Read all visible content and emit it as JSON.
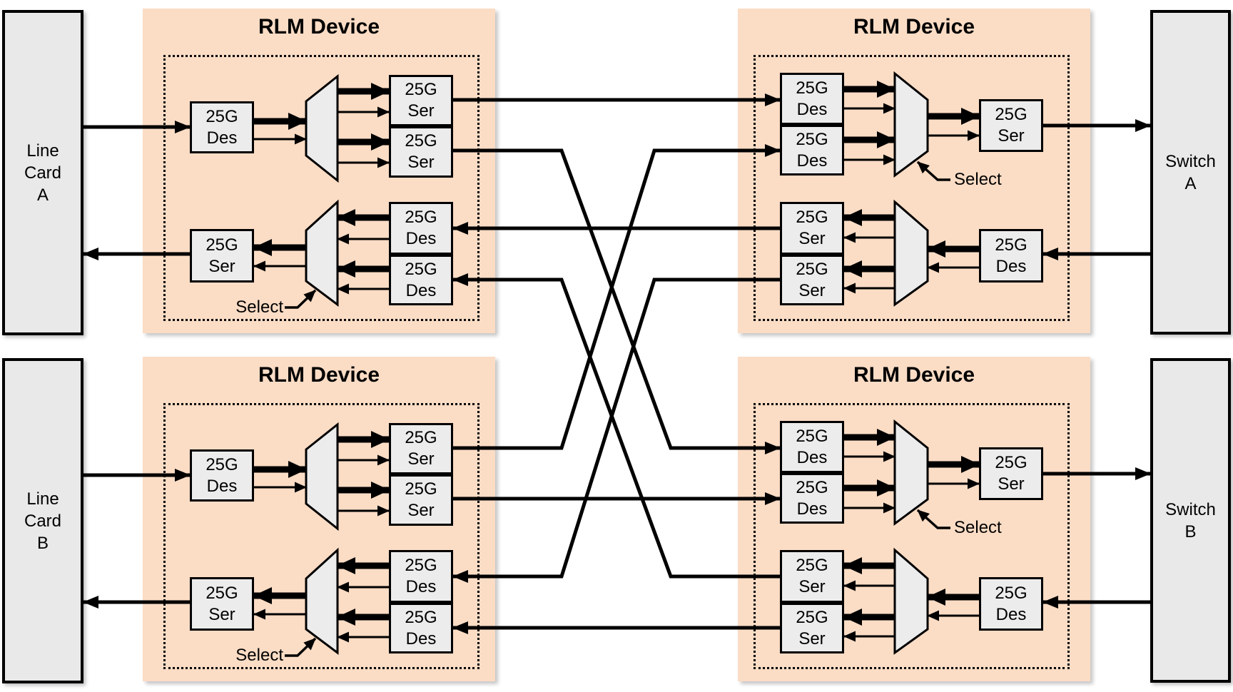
{
  "labels": {
    "rlm_device": "RLM Device",
    "rate": "25G",
    "serializer": "Ser",
    "deserializer": "Des",
    "demux_ratio": "1:2",
    "mux_ratio": "2:1",
    "select": "Select"
  },
  "endpoints": {
    "line_card_a": {
      "lines": [
        "Line",
        "Card",
        "A"
      ]
    },
    "line_card_b": {
      "lines": [
        "Line",
        "Card",
        "B"
      ]
    },
    "switch_a": {
      "lines": [
        "Switch",
        "A"
      ]
    },
    "switch_b": {
      "lines": [
        "Switch",
        "B"
      ]
    }
  },
  "colors": {
    "background": "#ffffff",
    "rlm_panel_fill": "#fbdcc5",
    "chip_fill": "#ececec",
    "card_fill": "#e9e9e9",
    "line": "#000000",
    "text": "#000000"
  },
  "connections": [
    {
      "from": "line-card-a",
      "to": "rlm-top-left.des",
      "direction": "right"
    },
    {
      "from": "rlm-top-left.ser",
      "to": "line-card-a",
      "direction": "left"
    },
    {
      "from": "line-card-b",
      "to": "rlm-bottom-left.des",
      "direction": "right"
    },
    {
      "from": "rlm-bottom-left.ser",
      "to": "line-card-b",
      "direction": "left"
    },
    {
      "from": "rlm-top-right.ser",
      "to": "switch-a",
      "direction": "right"
    },
    {
      "from": "switch-a",
      "to": "rlm-top-right.des",
      "direction": "left"
    },
    {
      "from": "rlm-bottom-right.ser",
      "to": "switch-b",
      "direction": "right"
    },
    {
      "from": "switch-b",
      "to": "rlm-bottom-right.des",
      "direction": "left"
    },
    {
      "from": "rlm-top-left.ser1",
      "to": "rlm-top-right.des1",
      "path": "straight"
    },
    {
      "from": "rlm-top-left.ser2",
      "to": "rlm-bottom-right.des1",
      "path": "cross"
    },
    {
      "from": "rlm-bottom-left.ser1",
      "to": "rlm-top-right.des2",
      "path": "cross"
    },
    {
      "from": "rlm-bottom-left.ser2",
      "to": "rlm-bottom-right.des2",
      "path": "straight"
    },
    {
      "from": "rlm-top-right.ser1",
      "to": "rlm-top-left.des1",
      "path": "straight"
    },
    {
      "from": "rlm-top-right.ser2",
      "to": "rlm-bottom-left.des1",
      "path": "cross"
    },
    {
      "from": "rlm-bottom-right.ser1",
      "to": "rlm-top-left.des2",
      "path": "cross"
    },
    {
      "from": "rlm-bottom-right.ser2",
      "to": "rlm-bottom-left.des2",
      "path": "straight"
    }
  ]
}
